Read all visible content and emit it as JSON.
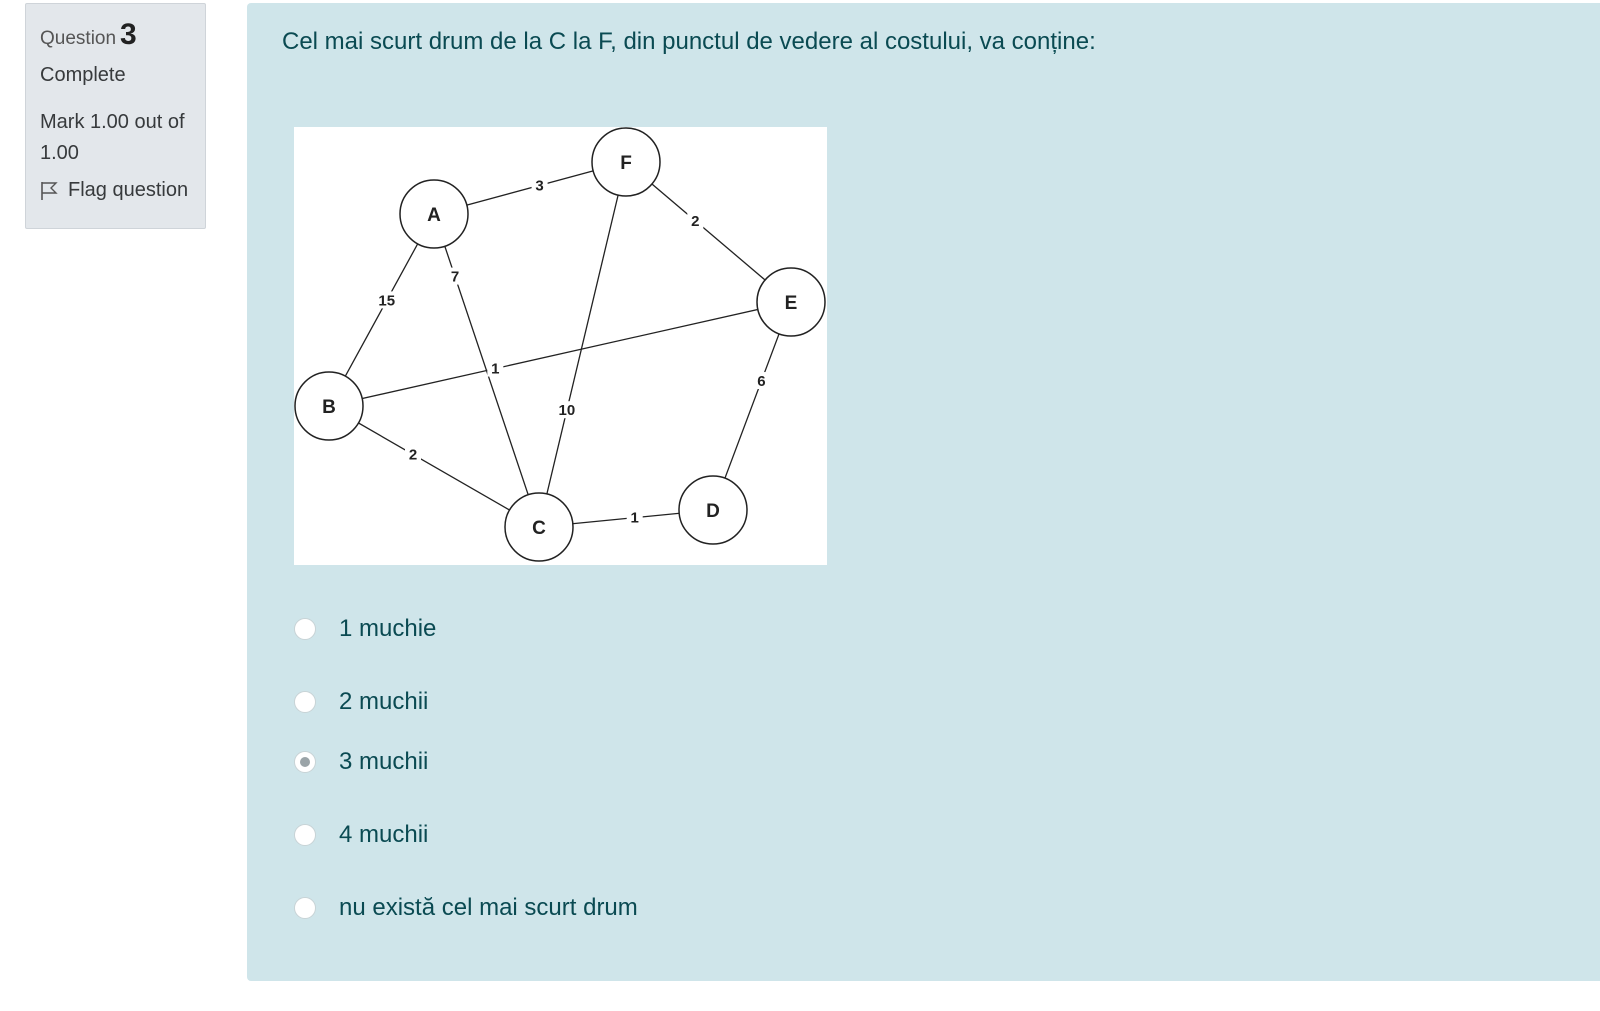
{
  "info": {
    "question_label": "Question",
    "question_number": "3",
    "state": "Complete",
    "grade": "Mark 1.00 out of 1.00",
    "flag_label": "Flag question",
    "flag_icon": "flag-icon"
  },
  "question": {
    "text": "Cel mai scurt drum de la C la F, din punctul de vedere al costului, va conține:"
  },
  "graph": {
    "nodes": [
      {
        "id": "A",
        "label": "A"
      },
      {
        "id": "B",
        "label": "B"
      },
      {
        "id": "C",
        "label": "C"
      },
      {
        "id": "D",
        "label": "D"
      },
      {
        "id": "E",
        "label": "E"
      },
      {
        "id": "F",
        "label": "F"
      }
    ],
    "edges": [
      {
        "from": "A",
        "to": "F",
        "weight": "3"
      },
      {
        "from": "F",
        "to": "E",
        "weight": "2"
      },
      {
        "from": "A",
        "to": "B",
        "weight": "15"
      },
      {
        "from": "A",
        "to": "C",
        "weight": "7"
      },
      {
        "from": "F",
        "to": "C",
        "weight": "10"
      },
      {
        "from": "B",
        "to": "E",
        "weight": "1"
      },
      {
        "from": "B",
        "to": "C",
        "weight": "2"
      },
      {
        "from": "C",
        "to": "D",
        "weight": "1"
      },
      {
        "from": "E",
        "to": "D",
        "weight": "6"
      }
    ]
  },
  "answers": [
    {
      "label": "1 muchie",
      "checked": false
    },
    {
      "label": "2 muchii",
      "checked": false
    },
    {
      "label": "3 muchii",
      "checked": true
    },
    {
      "label": "4 muchii",
      "checked": false
    },
    {
      "label": "nu există cel mai scurt drum",
      "checked": false
    }
  ],
  "colors": {
    "content_bg": "#cfe5ea",
    "info_bg": "#e3e7eb",
    "text": "#0a4a52"
  }
}
